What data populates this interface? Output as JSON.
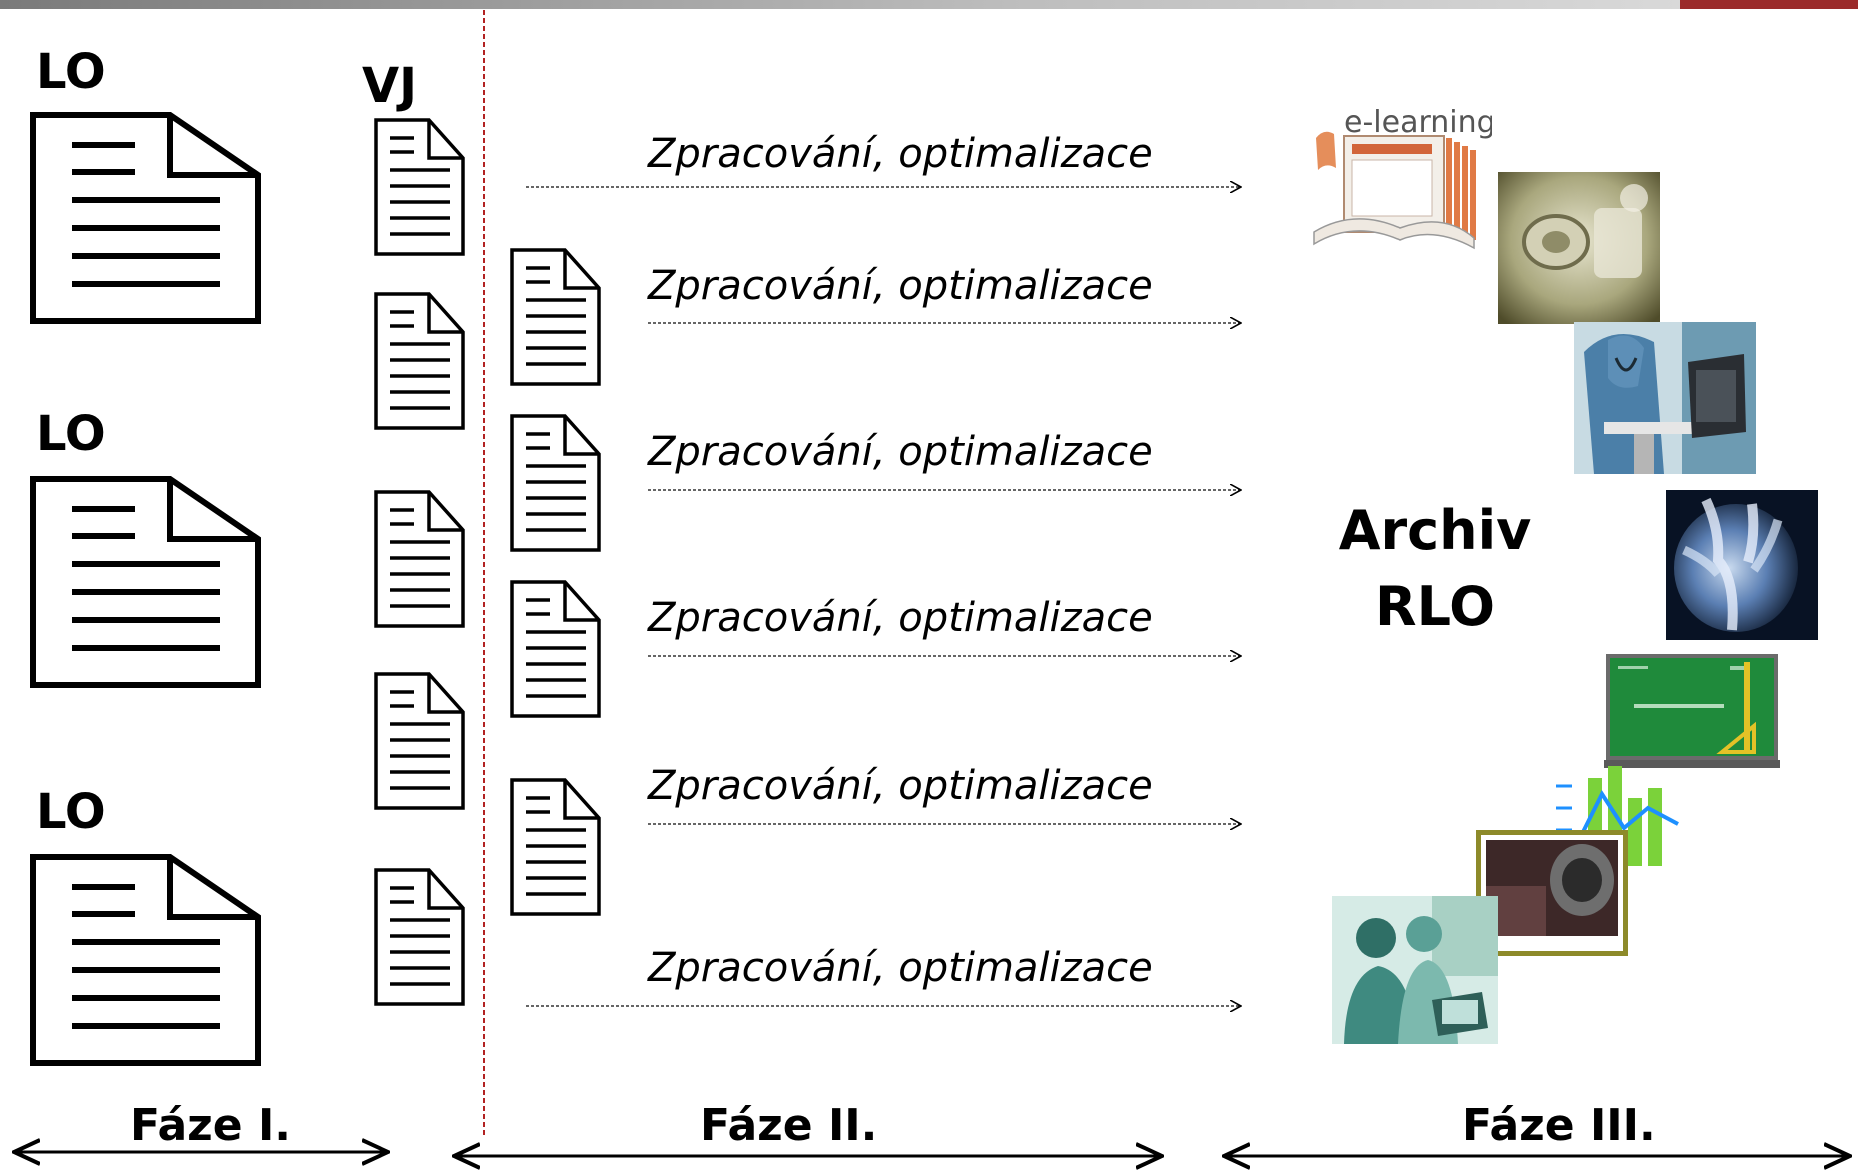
{
  "labels": {
    "lo_1": "LO",
    "lo_2": "LO",
    "lo_3": "LO",
    "vj": "VJ",
    "phase_1": "Fáze I.",
    "phase_2": "Fáze II.",
    "phase_3": "Fáze III.",
    "archive_line1": "Archiv",
    "archive_line2": "RLO",
    "elearning_logo": "e-learning"
  },
  "processing_steps": [
    "Zpracování, optimalizace",
    "Zpracování, optimalizace",
    "Zpracování, optimalizace",
    "Zpracování, optimalizace",
    "Zpracování, optimalizace",
    "Zpracování, optimalizace"
  ],
  "colors": {
    "divider": "#b22222",
    "topbar_accent": "#9b2b2b"
  }
}
